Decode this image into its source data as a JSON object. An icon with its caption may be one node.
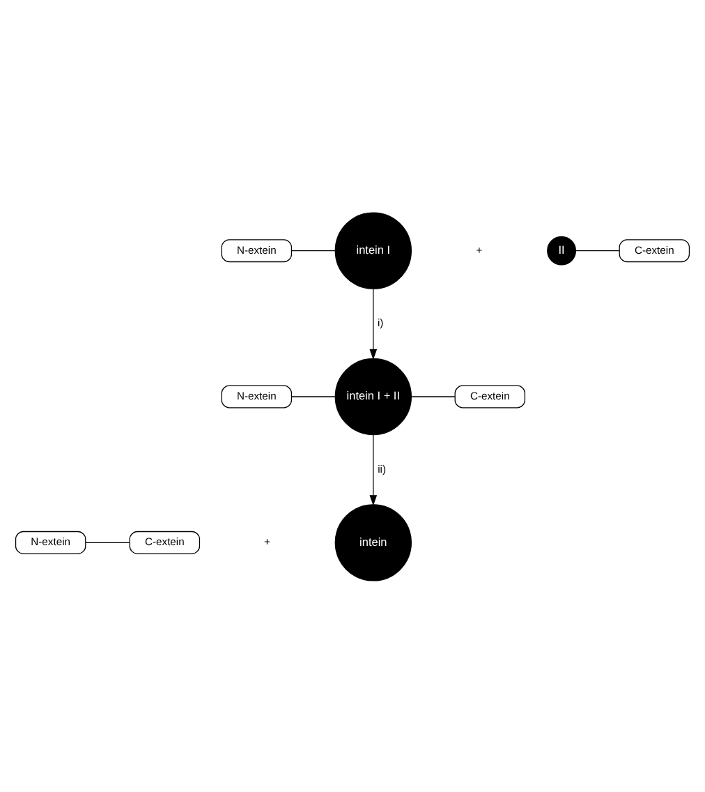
{
  "diagram": {
    "nodes": [
      {
        "text": [
          "N-extein"
        ]
      },
      {
        "text": [
          "intein I"
        ]
      },
      {
        "text": [
          "II"
        ]
      },
      {
        "text": [
          "C-extein"
        ]
      },
      {
        "text": [
          "N-extein"
        ]
      },
      {
        "text": [
          "intein I + II"
        ]
      },
      {
        "text": [
          "C-extein"
        ]
      },
      {
        "text": [
          "N-extein"
        ]
      },
      {
        "text": [
          "C-extein"
        ]
      },
      {
        "text": [
          "intein"
        ]
      }
    ],
    "edges": [
      {
        "from": 0,
        "to": 1,
        "arrow": "none"
      },
      {
        "from": 2,
        "to": 3,
        "arrow": "none"
      },
      {
        "from": 1,
        "to": 5,
        "arrow": "to",
        "label": "i)"
      },
      {
        "from": 4,
        "to": 5,
        "arrow": "none"
      },
      {
        "from": 5,
        "to": 6,
        "arrow": "none"
      },
      {
        "from": 5,
        "to": 9,
        "arrow": "to",
        "label": "ii)"
      },
      {
        "from": 7,
        "to": 8,
        "arrow": "none"
      }
    ],
    "labels": [
      "+",
      "+"
    ]
  }
}
